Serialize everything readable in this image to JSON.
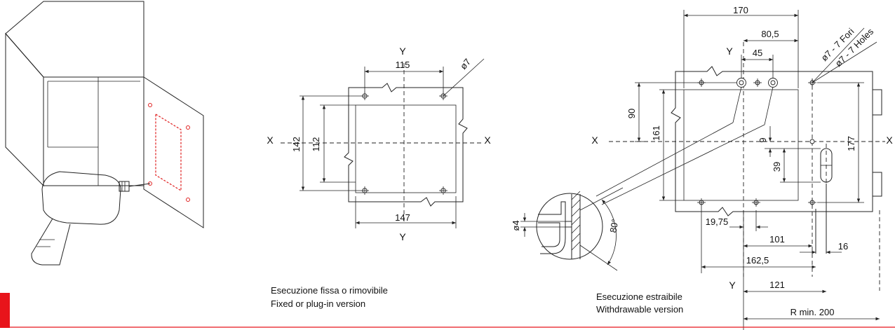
{
  "colors": {
    "line": "#222222",
    "accent_red": "#e02020",
    "bar_red": "#e8141b"
  },
  "left_view": {
    "dims": {
      "w115": "115",
      "phi7": "ø7",
      "h142": "142",
      "h112": "112",
      "w147": "147"
    },
    "axes": {
      "y_top": "Y",
      "y_bottom": "Y",
      "x_left": "X",
      "x_right": "X"
    },
    "caption": {
      "line1": "Esecuzione fissa o rimovibile",
      "line2": "Fixed or plug-in version"
    }
  },
  "right_view": {
    "dims": {
      "w170": "170",
      "w80_5": "80,5",
      "w45": "45",
      "holes_it": "ø7 - 7 Fori",
      "holes_en": "ø7 - 7 Holes",
      "h90": "90",
      "h161": "161",
      "h177": "177",
      "h9": "9",
      "h39": "39",
      "phi4": "ø4",
      "angle80": "80°",
      "w19_75": "19,75",
      "w101": "101",
      "w16": "16",
      "w162_5": "162,5",
      "w121": "121",
      "rmin": "R min. 200"
    },
    "axes": {
      "y_top": "Y",
      "y_bottom": "Y",
      "x_left": "X",
      "x_right": "X"
    },
    "caption": {
      "line1": "Esecuzione estraibile",
      "line2": "Withdrawable version"
    }
  }
}
